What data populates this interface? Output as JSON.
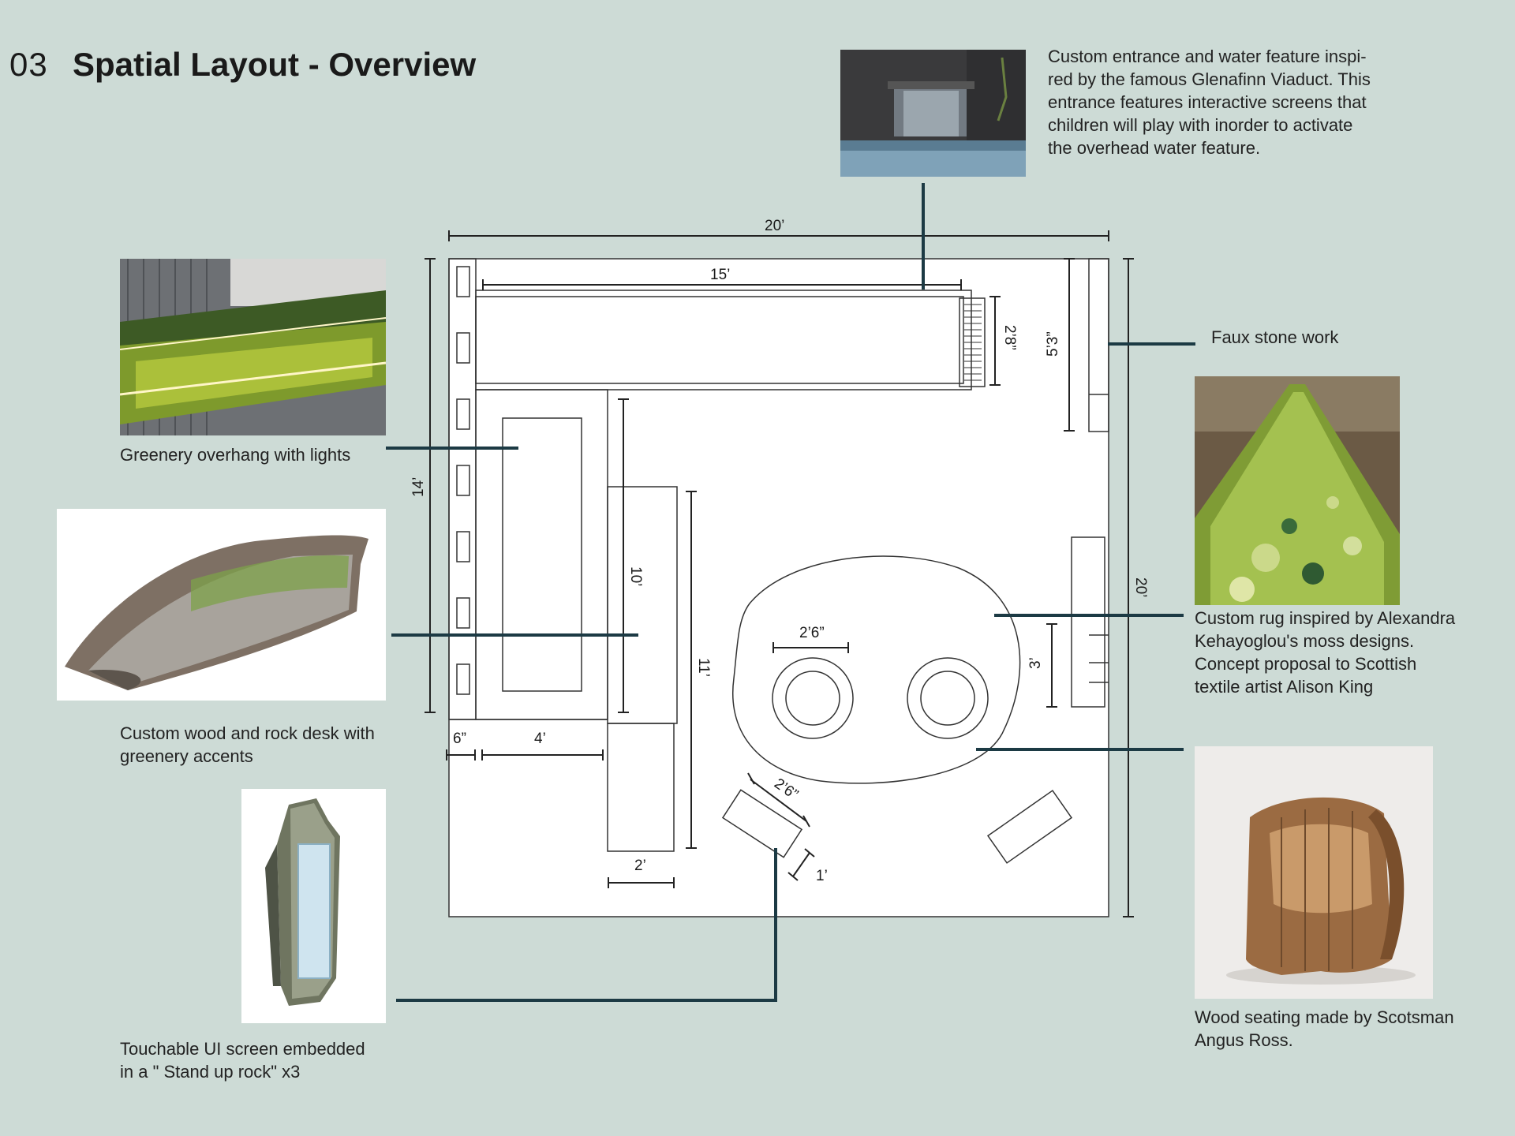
{
  "header": {
    "number": "03",
    "title": "Spatial Layout - Overview"
  },
  "colors": {
    "background": "#cddbd6",
    "floor": "#ffffff",
    "outline": "#333333",
    "callout_line": "#1c3a44"
  },
  "callouts": {
    "water_feature": "Custom entrance and water feature inspi-\nred by the famous Glenafinn Viaduct. This\nentrance features interactive screens that\nchildren will play with inorder to activate\nthe overhead water feature.",
    "faux_stone": "Faux stone work",
    "greenery": "Greenery overhang with lights",
    "desk": "Custom wood and rock desk with\ngreenery accents",
    "touch_screen": "Touchable UI screen embedded\nin a \" Stand up rock\" x3",
    "rug": "Custom rug inspired by Alexandra\nKehayoglou's moss designs.\nConcept proposal to Scottish\ntextile artist Alison King",
    "seating": "Wood seating made by Scotsman\nAngus Ross."
  },
  "dimensions": {
    "overall_width": "20’",
    "overall_depth": "20’",
    "left_wall": "14’",
    "water_length": "15’",
    "water_depth": "2’8”",
    "stone_length": "5’3”",
    "desk_length": "10’",
    "counter_length": "11’",
    "offset_6": "6”",
    "offset_4": "4’",
    "counter_width": "2’",
    "seat_span": "2’6”",
    "rock_length": "2’6”",
    "rock_width": "1’",
    "right_gap": "3’"
  },
  "images": [
    "water-feature-photo",
    "greenery-overhang-photo",
    "wood-rock-desk-sketch",
    "stand-up-rock-sketch",
    "moss-rug-photo",
    "wood-chair-photo"
  ]
}
